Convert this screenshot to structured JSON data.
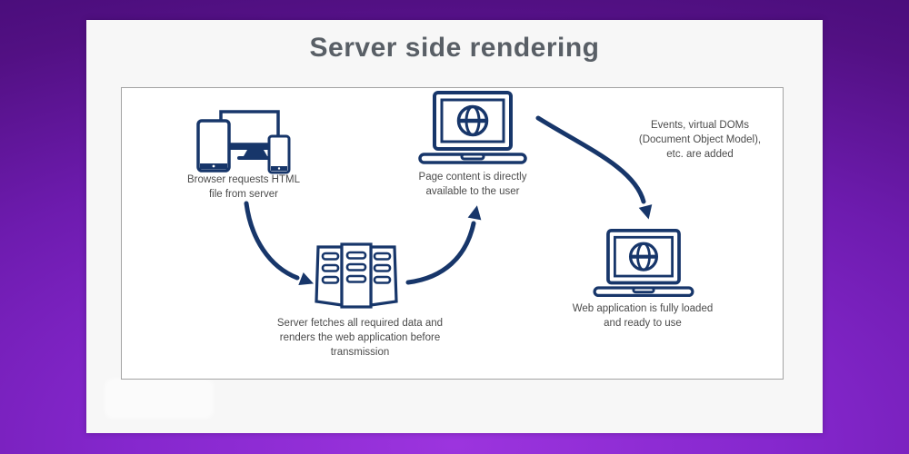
{
  "title": "Server side rendering",
  "colors": {
    "icon_navy": "#17366a",
    "label_gray": "#4b4b4b",
    "title_gray": "#595f66",
    "background_purple": "#8527cd",
    "card_bg": "#f7f7f7",
    "box_border": "#a3a3a3"
  },
  "diagram": {
    "nodes": [
      {
        "id": "devices",
        "icon": "devices-icon",
        "label": "Browser requests HTML\nfile from server"
      },
      {
        "id": "server",
        "icon": "server-rack-icon",
        "label": "Server fetches all required data and\nrenders the web application before\ntransmission"
      },
      {
        "id": "laptop-user",
        "icon": "laptop-globe-icon",
        "label": "Page content is directly\navailable to the user"
      },
      {
        "id": "laptop-loaded",
        "icon": "laptop-globe-icon",
        "label": "Web application is fully loaded\nand ready to use"
      }
    ],
    "annotation": "Events, virtual DOMs\n(Document Object Model),\netc. are added",
    "arrows": [
      {
        "from": "devices",
        "to": "server"
      },
      {
        "from": "server",
        "to": "laptop-user"
      },
      {
        "from": "laptop-user",
        "to": "laptop-loaded"
      }
    ]
  }
}
